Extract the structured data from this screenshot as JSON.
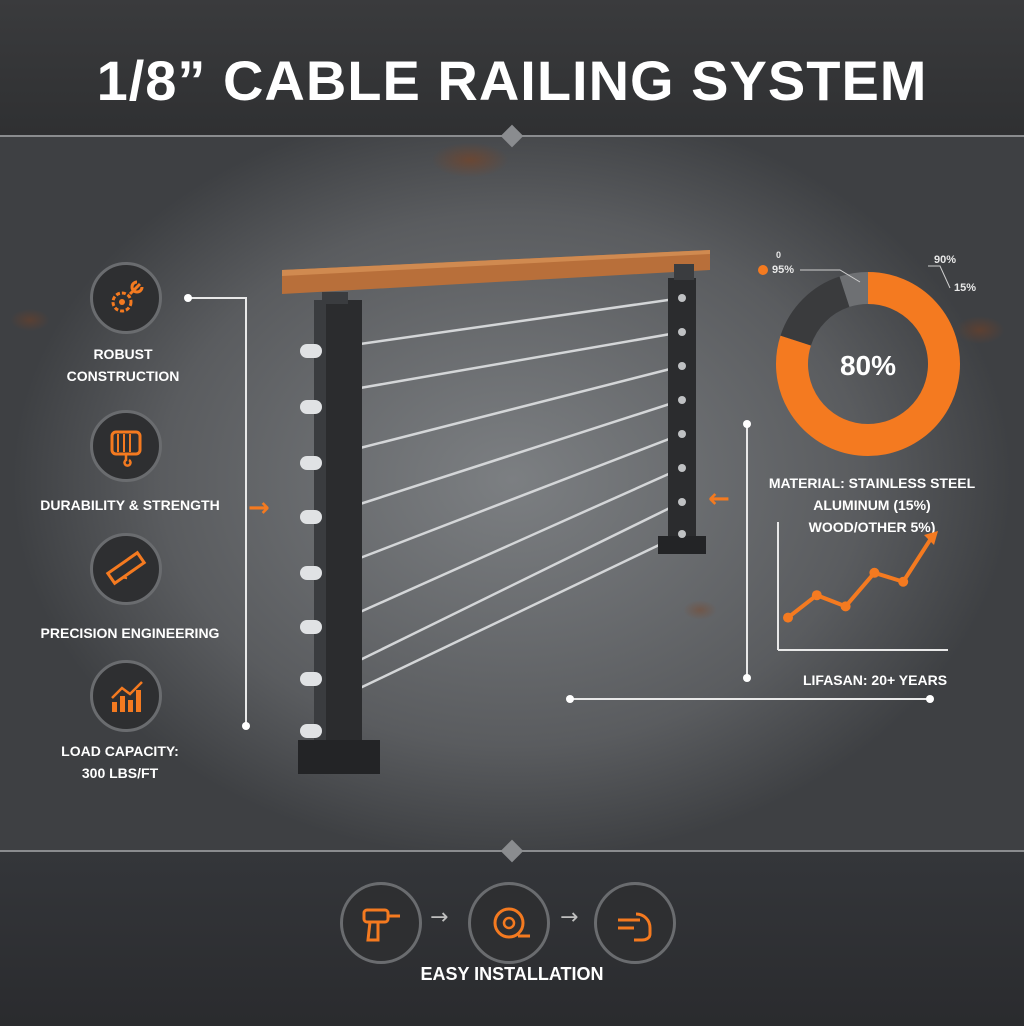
{
  "title": "1/8” CABLE RAILING SYSTEM",
  "features": [
    {
      "label_lines": [
        "ROBUST",
        "CONSTRUCTION"
      ],
      "icon": "gear-wrench-icon"
    },
    {
      "label_lines": [
        "DURABILITY & STRENGTH"
      ],
      "icon": "cable-spool-icon"
    },
    {
      "label_lines": [
        "PRECISION ENGINEERING"
      ],
      "icon": "ruler-icon"
    },
    {
      "label_lines": [
        "LOAD CAPACITY:",
        "300 LBS/FT"
      ],
      "icon": "bar-growth-icon"
    }
  ],
  "donut": {
    "center_label": "80%",
    "values": [
      80,
      15,
      5
    ],
    "colors": [
      "#f47a20",
      "#3a3b3d",
      "#6e7073"
    ],
    "legend_labels": [
      "95%",
      "90%",
      "15%"
    ],
    "legend_mark": "0"
  },
  "material_text": [
    "MATERIAL: STAINLESS STEEL",
    "ALUMINUM (15%)",
    "WOOD/OTHER 5%)"
  ],
  "trend": {
    "values": [
      1,
      2,
      1.5,
      3,
      2.6,
      4.6
    ],
    "color": "#f47a20"
  },
  "lifespan_text": "LIFASAN: 20+ YEARS",
  "installation": {
    "label": "EASY INSTALLATION",
    "steps": [
      "drill-icon",
      "tape-measure-icon",
      "hand-tension-icon"
    ]
  },
  "colors": {
    "accent": "#f47a20",
    "wood": "#b86f3a",
    "post": "#2b2c2e"
  }
}
